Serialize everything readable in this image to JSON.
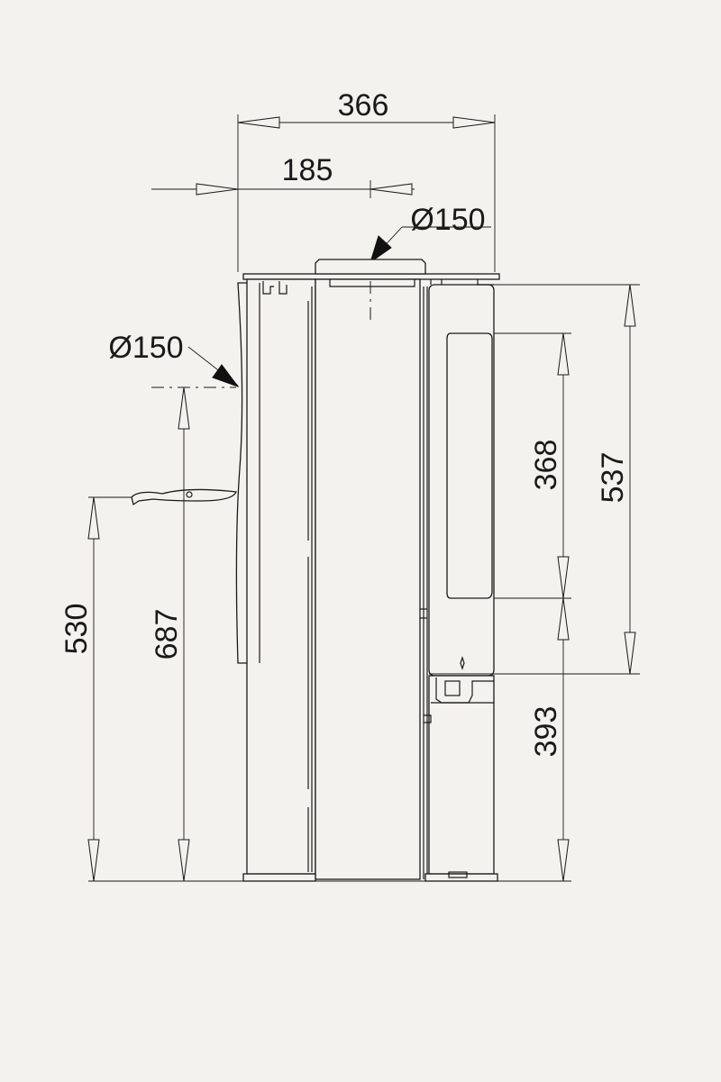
{
  "dimensions": {
    "total_width": "366",
    "flue_offset": "185",
    "top_flue_diameter": "Ø150",
    "rear_flue_diameter": "Ø150",
    "door_height": "368",
    "body_top_height": "537",
    "base_height": "393",
    "handle_height": "530",
    "rear_flue_height": "687"
  }
}
